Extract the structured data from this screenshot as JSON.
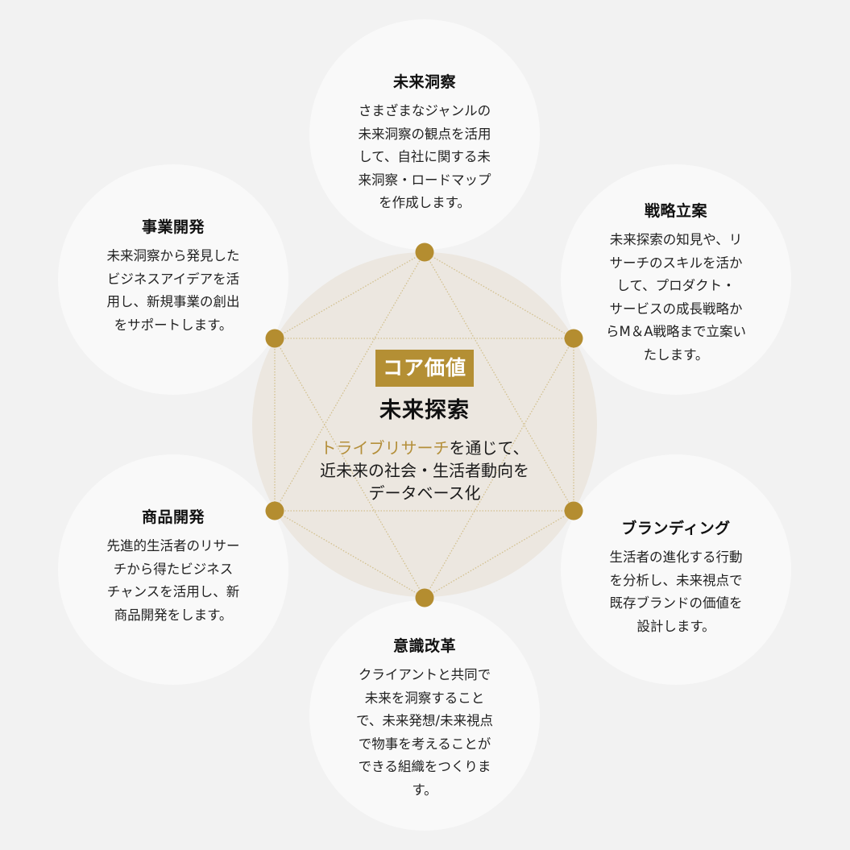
{
  "colors": {
    "background": "#f2f2f2",
    "satellite_circle": "#f9f9f9",
    "core_circle": "#ece7e0",
    "accent_gold": "#b48f34",
    "text": "#1a1a1a"
  },
  "core": {
    "badge": "コア価値",
    "title": "未来探索",
    "description": {
      "highlight": "トライブリサーチ",
      "line1_rest": "を通じて、",
      "line2": "近未来の社会・生活者動向を",
      "line3": "データベース化"
    }
  },
  "satellites": [
    {
      "position": "top",
      "title": "未来洞察",
      "lines": [
        "さまざまなジャンルの",
        "未来洞察の観点を活用",
        "して、自社に関する未",
        "来洞察・ロードマップ",
        "を作成します。"
      ]
    },
    {
      "position": "upper-right",
      "title": "戦略立案",
      "lines": [
        "未来探索の知見や、リ",
        "サーチのスキルを活か",
        "して、プロダクト・",
        "サービスの成長戦略か",
        "らM＆A戦略まで立案い",
        "たします。"
      ]
    },
    {
      "position": "lower-right",
      "title": "ブランディング",
      "lines": [
        "生活者の進化する行動",
        "を分析し、未来視点で",
        "既存ブランドの価値を",
        "設計します。"
      ]
    },
    {
      "position": "bottom",
      "title": "意識改革",
      "lines": [
        "クライアントと共同で",
        "未来を洞察すること",
        "で、未来発想/未来視点",
        "で物事を考えることが",
        "できる組織をつくりま",
        "す。"
      ]
    },
    {
      "position": "lower-left",
      "title": "商品開発",
      "lines": [
        "先進的生活者のリサー",
        "チから得たビジネス",
        "チャンスを活用し、新",
        "商品開発をします。"
      ]
    },
    {
      "position": "upper-left",
      "title": "事業開発",
      "lines": [
        "未来洞察から発見した",
        "ビジネスアイデアを活",
        "用し、新規事業の創出",
        "をサポートします。"
      ]
    }
  ]
}
